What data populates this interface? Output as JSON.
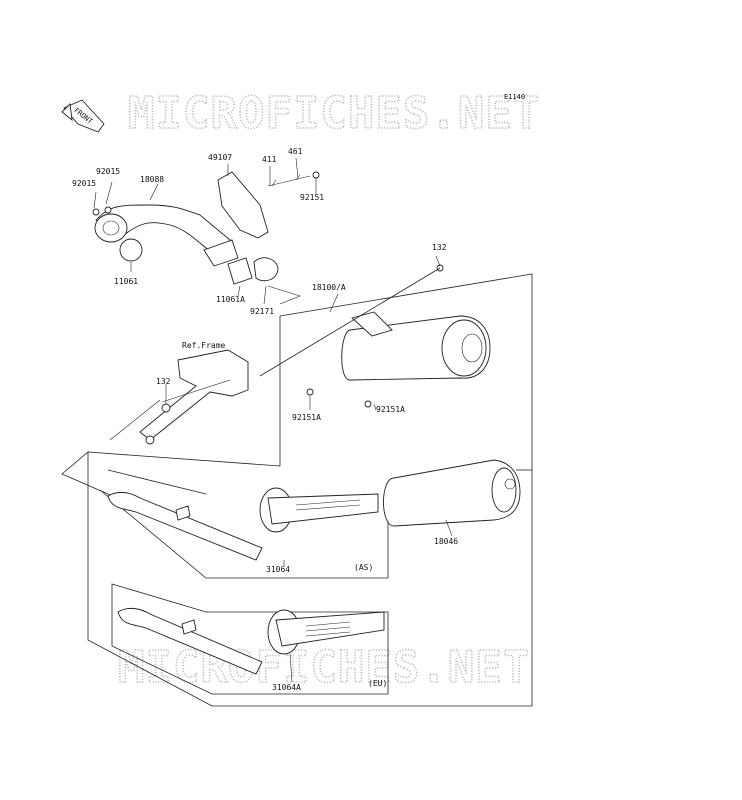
{
  "watermark": "MICROFICHES.NET",
  "diagram_code": "E1140",
  "front_label": "FRONT",
  "frame_ref_label": "Ref.Frame",
  "variants": {
    "as": "(AS)",
    "eu": "(EU)"
  },
  "part_numbers": {
    "p92015_a": "92015",
    "p92015_b": "92015",
    "p18088": "18088",
    "p49107": "49107",
    "p411": "411",
    "p461": "461",
    "p92151": "92151",
    "p11061": "11061",
    "p11061A": "11061A",
    "p92171": "92171",
    "p18100A": "18100/A",
    "p132_top": "132",
    "p132_frame": "132",
    "p92151A_a": "92151A",
    "p92151A_b": "92151A",
    "p18046": "18046",
    "p31064": "31064",
    "p31064A": "31064A"
  }
}
